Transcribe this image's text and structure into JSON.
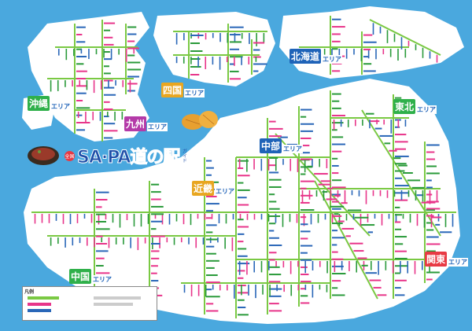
{
  "title": {
    "badge": "全国",
    "main": "SA·PA道の駅",
    "ruby": "ガイド"
  },
  "areas": [
    {
      "id": "okinawa",
      "big": "沖縄",
      "sm": "エリア",
      "color": "#2fb04a"
    },
    {
      "id": "kyushu",
      "big": "九州",
      "sm": "エリア",
      "color": "#b43aa8"
    },
    {
      "id": "shikoku",
      "big": "四国",
      "sm": "エリア",
      "color": "#e8a620"
    },
    {
      "id": "chugoku",
      "big": "中国",
      "sm": "エリア",
      "color": "#2fb04a"
    },
    {
      "id": "kinki",
      "big": "近畿",
      "sm": "エリア",
      "color": "#e8a620"
    },
    {
      "id": "chubu",
      "big": "中部",
      "sm": "エリア",
      "color": "#1f63b8"
    },
    {
      "id": "hokkaido",
      "big": "北海道",
      "sm": "エリア",
      "color": "#1f63b8"
    },
    {
      "id": "tohoku",
      "big": "東北",
      "sm": "エリア",
      "color": "#2fb04a"
    },
    {
      "id": "kanto",
      "big": "関東",
      "sm": "エリア",
      "color": "#e83a44"
    }
  ],
  "legend": {
    "title": "凡例"
  },
  "colors": {
    "sea": "#4aa8de",
    "land": "#ffffff",
    "road": "#7ac943",
    "road_edge": "#3a6b1e",
    "label_pink": "#e8358a",
    "label_blue": "#2a67b8",
    "label_green": "#2a9a3a"
  }
}
